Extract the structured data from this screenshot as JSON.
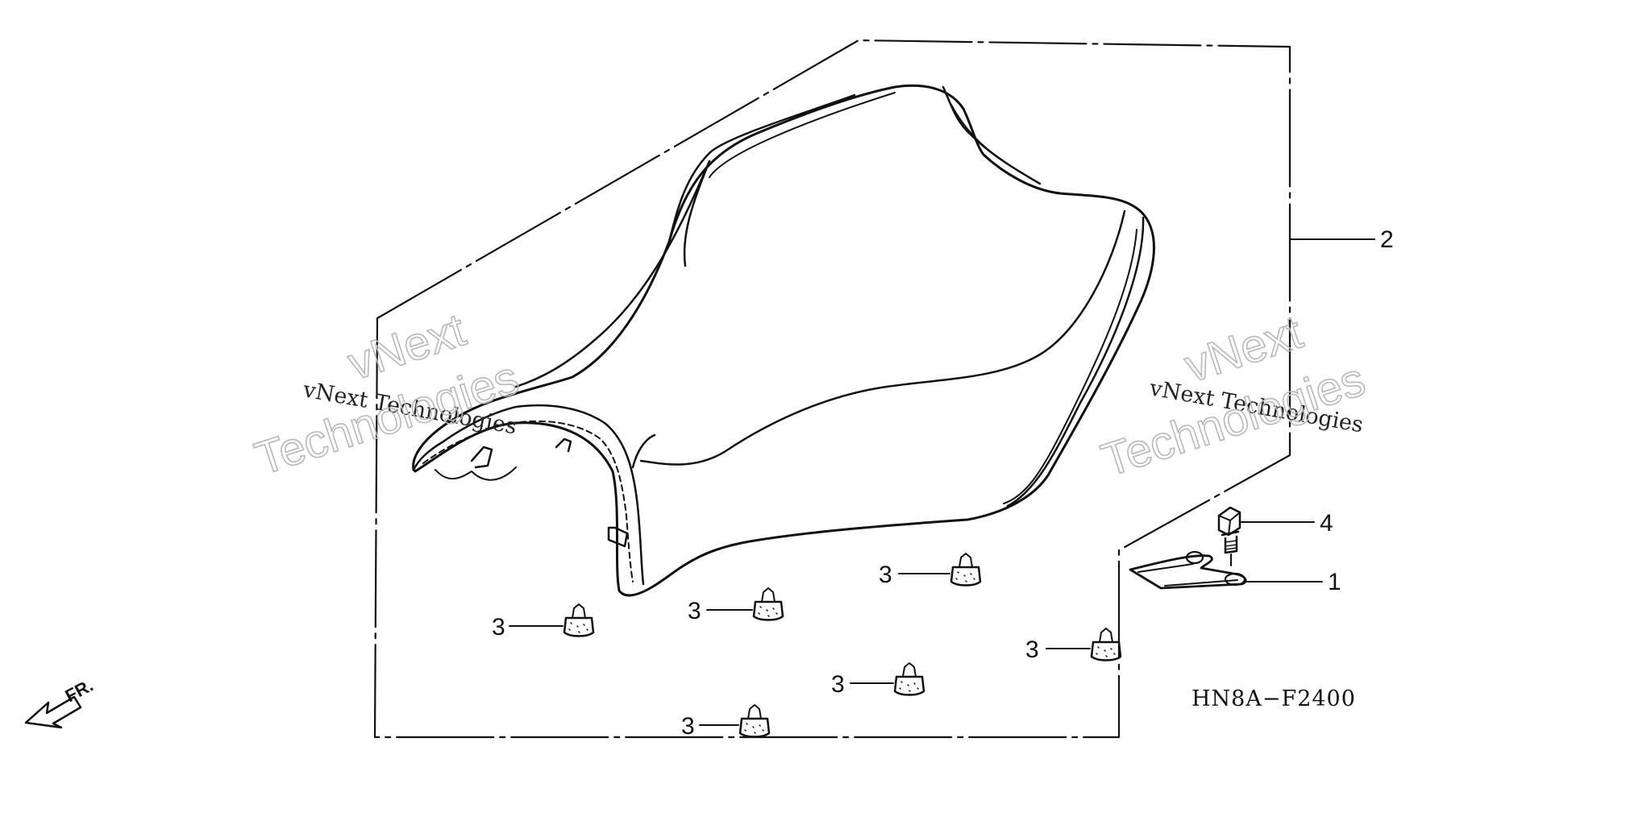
{
  "diagram": {
    "code": "HN8A−F2400",
    "front_label": "FR.",
    "callouts": {
      "part1": "1",
      "part2": "2",
      "part3": "3",
      "part4": "4"
    },
    "watermark": {
      "top": "vNext",
      "middle": "vNext Technologies",
      "bottom": "Technologies"
    }
  }
}
